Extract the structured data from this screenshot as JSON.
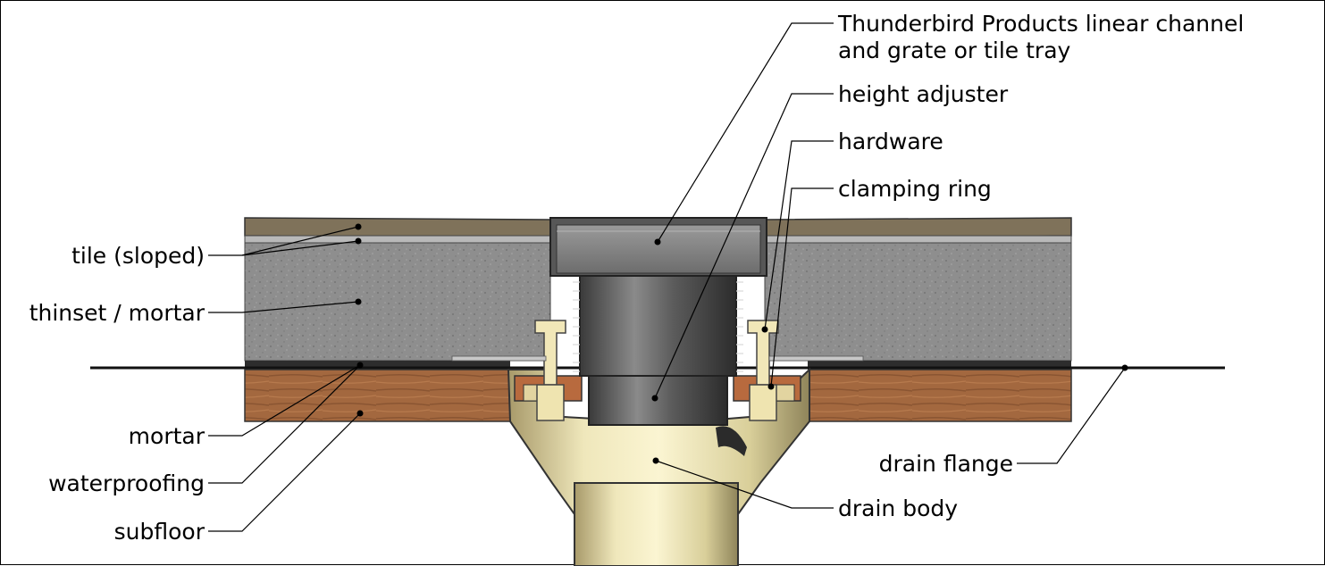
{
  "labels": {
    "channel_line1": "Thunderbird Products linear channel",
    "channel_line2": "and grate or tile tray",
    "height_adjuster": "height adjuster",
    "hardware": "hardware",
    "clamping_ring": "clamping ring",
    "tile": "tile (sloped)",
    "thinset": "thinset / mortar",
    "mortar": "mortar",
    "waterproofing": "waterproofing",
    "subfloor": "subfloor",
    "drain_flange": "drain flange",
    "drain_body": "drain body"
  },
  "colors": {
    "tile": "#7f725a",
    "thinset": "#8c8c8c",
    "mortar": "#2d2d2d",
    "subfloor": "#9b623a",
    "drain": "#e6dfae",
    "grate": "#7d7d7d",
    "adjuster": "#4a4a4a",
    "hardware": "#f1e7b8",
    "copper": "#b86a3e"
  }
}
